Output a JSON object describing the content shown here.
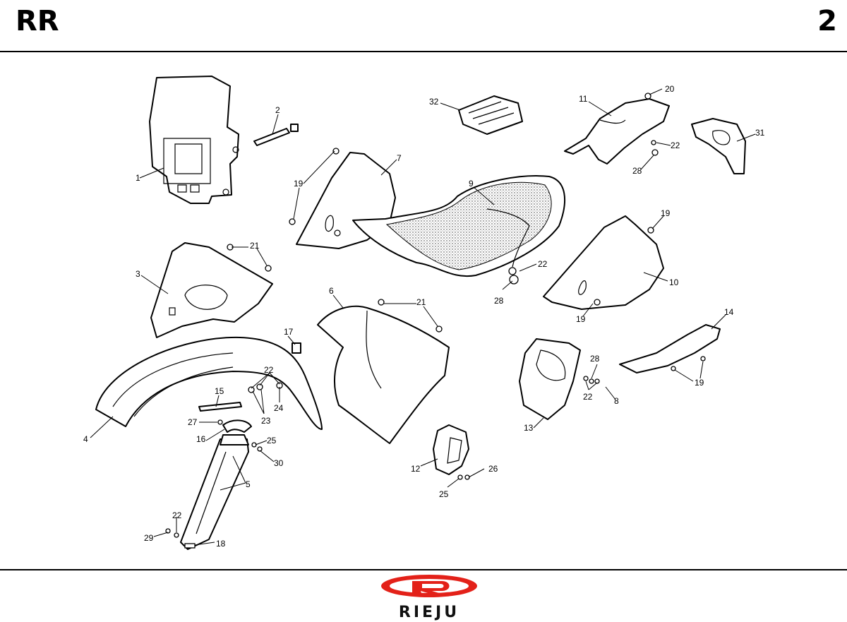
{
  "header": {
    "model": "RR",
    "page_number": "2"
  },
  "parts": {
    "p1": "1",
    "p2": "2",
    "p3": "3",
    "p4": "4",
    "p5": "5",
    "p6": "6",
    "p7": "7",
    "p8": "8",
    "p9": "9",
    "p10": "10",
    "p11": "11",
    "p12": "12",
    "p13": "13",
    "p14": "14",
    "p15": "15",
    "p16": "16",
    "p17": "17",
    "p18": "18",
    "p19a": "19",
    "p19b": "19",
    "p19c": "19",
    "p19d": "19",
    "p20": "20",
    "p21a": "21",
    "p21b": "21",
    "p22a": "22",
    "p22b": "22",
    "p22c": "22",
    "p22d": "22",
    "p22e": "22",
    "p23": "23",
    "p24": "24",
    "p25a": "25",
    "p25b": "25",
    "p26": "26",
    "p27": "27",
    "p28a": "28",
    "p28b": "28",
    "p28c": "28",
    "p29": "29",
    "p30": "30",
    "p31": "31",
    "p32": "32"
  },
  "logo": {
    "brand": "RIEJU",
    "color": "#e32119"
  }
}
